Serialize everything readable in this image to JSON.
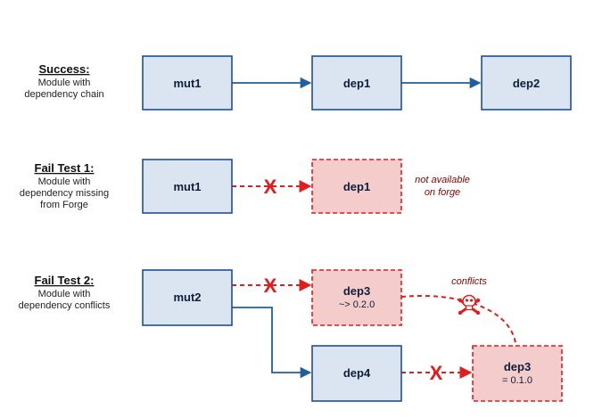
{
  "sections": {
    "success": {
      "title": "Success:",
      "desc": [
        "Module with",
        "dependency chain"
      ]
    },
    "fail1": {
      "title": "Fail Test 1:",
      "desc": [
        "Module with",
        "dependency missing",
        "from Forge"
      ]
    },
    "fail2": {
      "title": "Fail Test 2:",
      "desc": [
        "Module with",
        "dependency conflicts"
      ]
    }
  },
  "boxes": {
    "s_mut1": {
      "name": "mut1"
    },
    "s_dep1": {
      "name": "dep1"
    },
    "s_dep2": {
      "name": "dep2"
    },
    "f1_mut1": {
      "name": "mut1"
    },
    "f1_dep1": {
      "name": "dep1"
    },
    "f2_mut2": {
      "name": "mut2"
    },
    "f2_dep3a": {
      "name": "dep3",
      "version": "~> 0.2.0"
    },
    "f2_dep4": {
      "name": "dep4"
    },
    "f2_dep3b": {
      "name": "dep3",
      "version": "= 0.1.0"
    }
  },
  "fail_marker": "X",
  "notes": {
    "not_available": [
      "not available",
      "on forge"
    ],
    "conflicts": "conflicts"
  },
  "colors": {
    "ok_fill": "#dbe5f1",
    "ok_stroke": "#1f4e9a",
    "fail_fill": "#f4cccc",
    "fail_stroke": "#e11d1d",
    "note": "#8b0000"
  },
  "icons": {
    "conflict": "skull-crossbones-icon"
  }
}
